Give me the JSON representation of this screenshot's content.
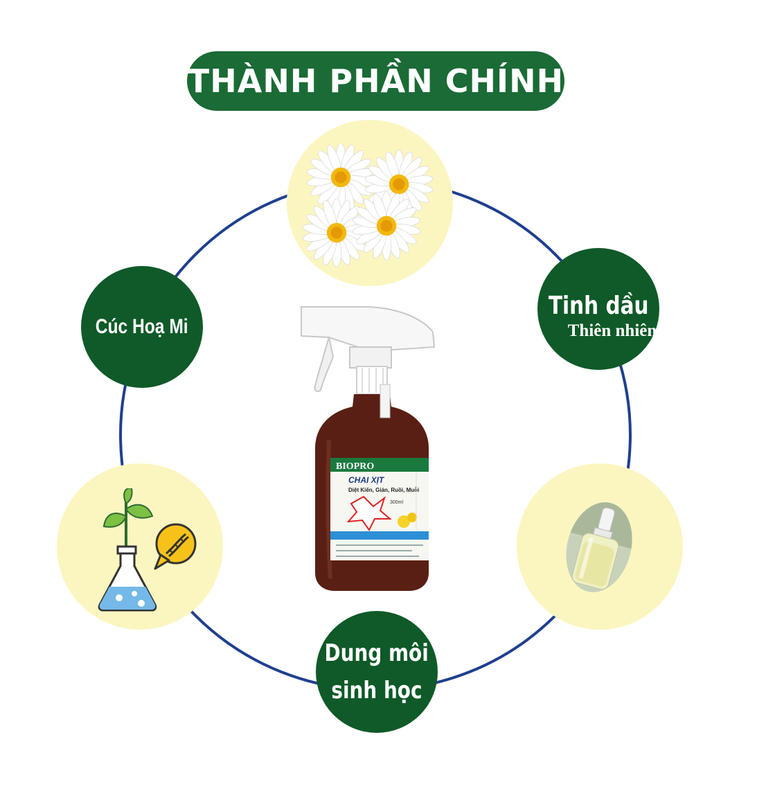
{
  "title": "THÀNH PHẦN CHÍNH",
  "nodes": {
    "left": "Cúc Hoạ Mi",
    "right_line1": "Tinh dầu",
    "right_line2": "Thiên nhiên",
    "bottom_line1": "Dung môi",
    "bottom_line2": "sinh học"
  },
  "product": {
    "brand": "BIOPRO",
    "name": "CHAI XỊT",
    "subtitle": "Diệt Kiến, Gián, Ruồi, Muỗi",
    "volume": "300ml"
  },
  "icons": {
    "center": "spray-bottle-icon",
    "top": "chamomile-flowers-icon",
    "bottom_left": "lab-flask-dna-icon",
    "bottom_right": "essential-oil-dropper-icon"
  },
  "colors": {
    "title_bg": "#1a6b35",
    "dark_node": "#0f5a28",
    "light_node": "#fbf6c0",
    "ring": "#1f3f8f"
  }
}
